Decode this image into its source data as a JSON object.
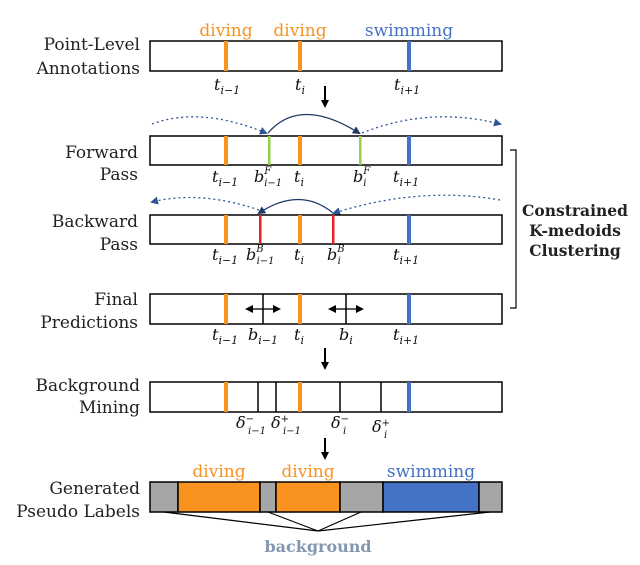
{
  "colors": {
    "diving": "#f7931e",
    "swimming": "#4472c4",
    "forward_boundary": "#92d050",
    "backward_boundary": "#e8202a",
    "arrow_dotted": "#2f5597",
    "arrow_solid": "#1f3864",
    "background_gray": "#a6a6a6",
    "background_text": "#8497b0",
    "black": "#000000"
  },
  "rows": {
    "annotations": {
      "label_line1": "Point-Level",
      "label_line2": "Annotations",
      "action_labels": [
        "diving",
        "diving",
        "swimming"
      ]
    },
    "forward": {
      "label_line1": "Forward",
      "label_line2": "Pass"
    },
    "backward": {
      "label_line1": "Backward",
      "label_line2": "Pass"
    },
    "final": {
      "label_line1": "Final",
      "label_line2": "Predictions"
    },
    "mining": {
      "label_line1": "Background",
      "label_line2": "Mining"
    },
    "pseudo": {
      "label_line1": "Generated",
      "label_line2": "Pseudo Labels",
      "action_labels": [
        "diving",
        "diving",
        "swimming"
      ],
      "background_label": "background"
    }
  },
  "timestamps": {
    "t_prev": {
      "base": "t",
      "sub": "i−1"
    },
    "t_cur": {
      "base": "t",
      "sub": "i"
    },
    "t_next": {
      "base": "t",
      "sub": "i+1"
    }
  },
  "boundaries": {
    "forward": [
      {
        "base": "b",
        "sup": "F",
        "sub": "i−1"
      },
      {
        "base": "b",
        "sup": "F",
        "sub": "i"
      }
    ],
    "backward": [
      {
        "base": "b",
        "sup": "B",
        "sub": "i−1"
      },
      {
        "base": "b",
        "sup": "B",
        "sub": "i"
      }
    ],
    "final": [
      {
        "base": "b",
        "sub": "i−1"
      },
      {
        "base": "b",
        "sub": "i"
      }
    ]
  },
  "deltas": [
    {
      "base": "δ",
      "sup": "−",
      "sub": "i−1"
    },
    {
      "base": "δ",
      "sup": "+",
      "sub": "i−1"
    },
    {
      "base": "δ",
      "sup": "−",
      "sub": "i"
    },
    {
      "base": "δ",
      "sup": "+",
      "sub": "i"
    }
  ],
  "bracket": {
    "line1": "Constrained",
    "line2": "K-medoids",
    "line3": "Clustering"
  }
}
